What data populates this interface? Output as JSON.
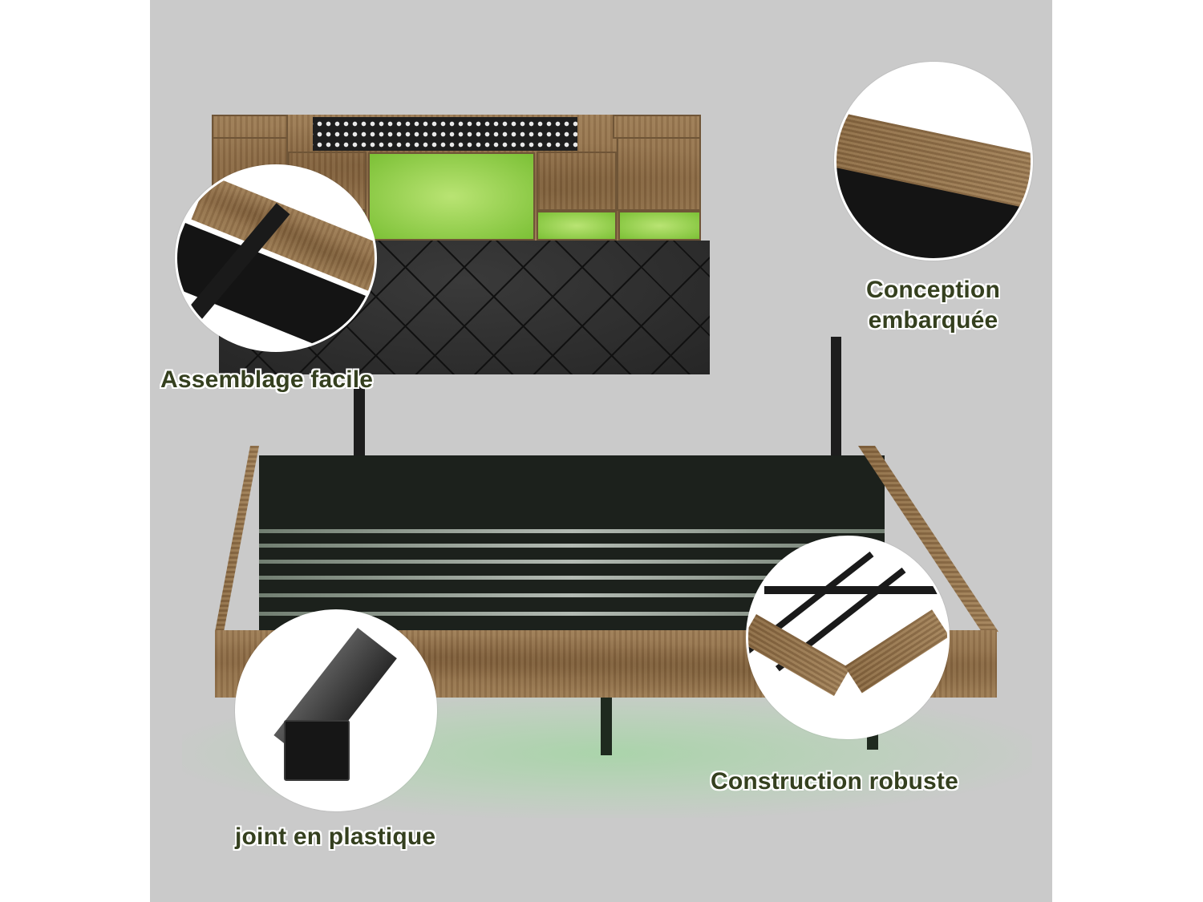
{
  "product": {
    "description": "Platform bed frame with LED-lit storage headboard and tufted upholstered panel",
    "colors": {
      "background_panel": "#cacaca",
      "page_background": "#ffffff",
      "label_text": "#35401f",
      "label_outline": "#ffffff",
      "wood": "#8e6d47",
      "metal": "#1d1d1d",
      "led_glow": "#8fce4a",
      "floor_glow": "#a8d8a8"
    }
  },
  "callouts": [
    {
      "id": "assembly",
      "label": "Assemblage facile",
      "icon": "easy-assembly-detail"
    },
    {
      "id": "embedded",
      "label_line1": "Conception",
      "label_line2": "embarquée",
      "icon": "embedded-design-detail"
    },
    {
      "id": "sturdy",
      "label": "Construction robuste",
      "icon": "sturdy-corner-detail"
    },
    {
      "id": "plastic",
      "label": "joint en plastique",
      "icon": "plastic-foot-cap-detail"
    }
  ]
}
